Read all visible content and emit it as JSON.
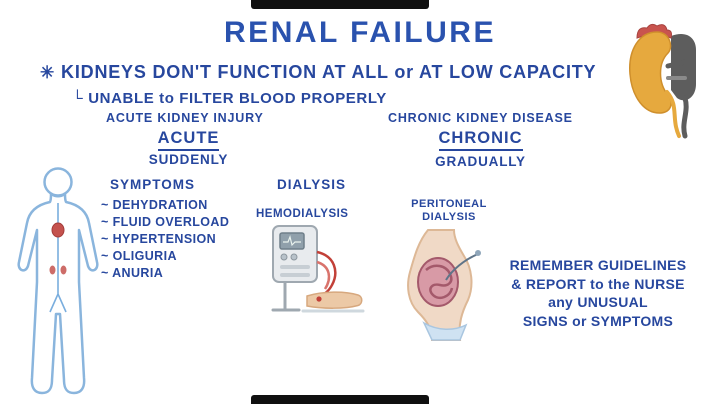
{
  "colors": {
    "ink_blue": "#27479e",
    "title_blue": "#2a52ae",
    "body_outline_blue": "#8ab5dd",
    "kidney_orange": "#e6a93e",
    "adrenal_red": "#c9544e",
    "vessel_gray": "#5d5d5d",
    "tube_red": "#c24038",
    "skin_tone": "#ecc9a6"
  },
  "header": {
    "title": "RENAL FAILURE",
    "bullet_icon": "✳",
    "definition": "KIDNEYS DON'T FUNCTION AT ALL or AT LOW CAPACITY",
    "corner_icon": "└",
    "sub_definition": "UNABLE to FILTER BLOOD PROPERLY"
  },
  "types": {
    "acute": {
      "full_name": "ACUTE KIDNEY INJURY",
      "name": "ACUTE",
      "onset": "SUDDENLY"
    },
    "chronic": {
      "full_name": "CHRONIC KIDNEY DISEASE",
      "name": "CHRONIC",
      "onset": "GRADUALLY"
    }
  },
  "symptoms": {
    "heading": "SYMPTOMS",
    "items": [
      "~ DEHYDRATION",
      "~ FLUID OVERLOAD",
      "~ HYPERTENSION",
      "~ OLIGURIA",
      "~ ANURIA"
    ]
  },
  "dialysis": {
    "heading": "DIALYSIS",
    "hemodialysis": "HEMODIALYSIS",
    "peritoneal_line1": "PERITONEAL",
    "peritoneal_line2": "DIALYSIS"
  },
  "reminder": {
    "line1": "REMEMBER GUIDELINES",
    "line2": "& REPORT to the NURSE",
    "line3": "any UNUSUAL",
    "line4": "SIGNS or SYMPTOMS"
  }
}
